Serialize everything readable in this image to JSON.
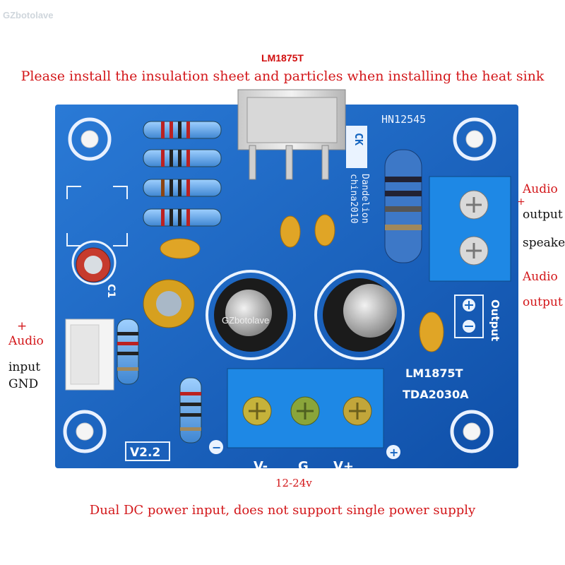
{
  "watermark_top": "GZbotolave",
  "watermark_center": "GZbotolave",
  "part_title": "LM1875T",
  "install_note": "Please install the insulation sheet and particles when installing the heat sink",
  "power_note": "Dual DC power input, does not support single power supply",
  "voltage_label": "12-24v",
  "left_labels": {
    "plus": "+",
    "audio": "Audio",
    "input": "input",
    "gnd": "GND"
  },
  "right_labels": {
    "audio1": "Audio",
    "plus": "+",
    "output1": "output",
    "speaker": "speake",
    "audio2": "Audio",
    "output2": "output"
  },
  "board": {
    "serial": "HN12545",
    "logo": "CK",
    "maker_line1": "china2010",
    "maker_line2": "Dandelion",
    "chip1": "LM1875T",
    "chip2": "TDA2030A",
    "output_text": "Output",
    "version": "V2.2",
    "cap_label": "C1",
    "power_pins": [
      "V-",
      "G",
      "V+"
    ],
    "minus_sign": "−",
    "plus_sign": "+"
  },
  "colors": {
    "pcb": "#1565c0",
    "text_red": "#d3171a",
    "terminal_blue": "#1e88e5"
  }
}
